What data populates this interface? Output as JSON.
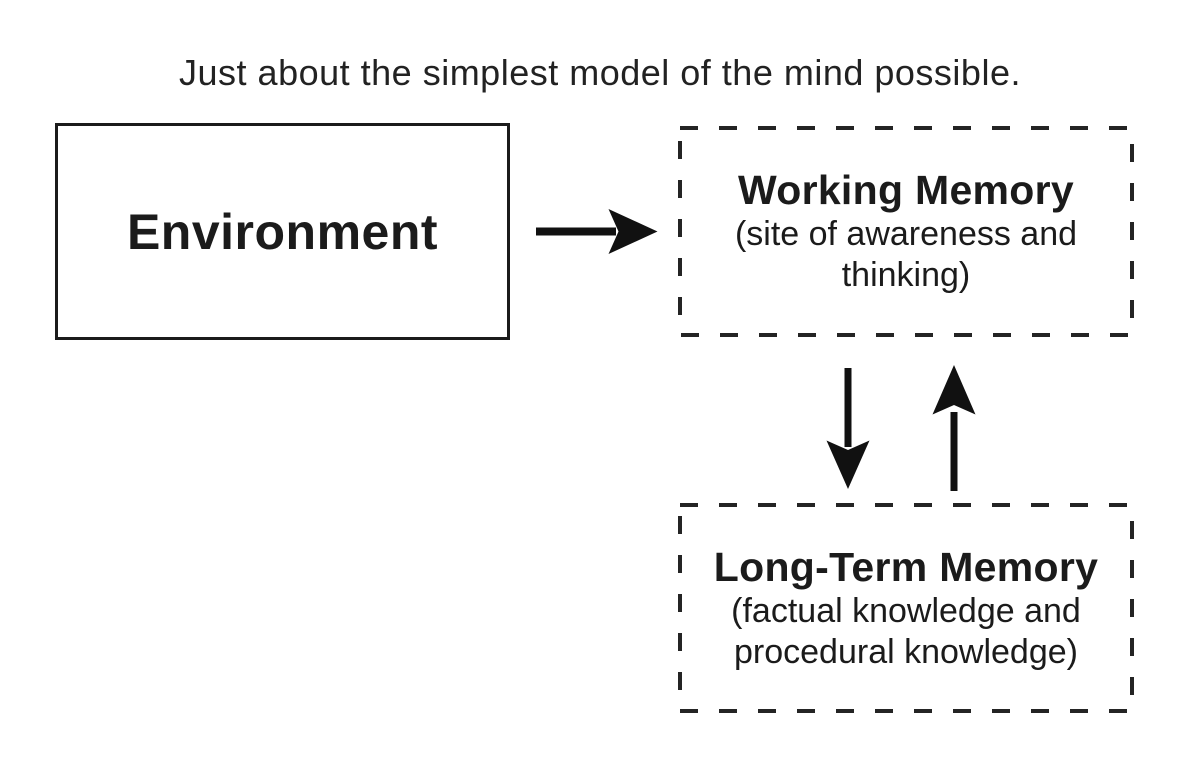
{
  "title": "Just about the simplest model of the mind possible.",
  "diagram": {
    "nodes": {
      "environment": {
        "label": "Environment",
        "border": "solid"
      },
      "working_memory": {
        "title": "Working Memory",
        "subtitle": "(site of awareness and thinking)",
        "border": "dashed"
      },
      "long_term_memory": {
        "title": "Long-Term Memory",
        "subtitle": "(factual knowledge and procedural knowledge)",
        "border": "dashed"
      }
    },
    "connections": [
      {
        "from": "environment",
        "to": "working_memory",
        "direction": "right",
        "type": "one-way"
      },
      {
        "from": "working_memory",
        "to": "long_term_memory",
        "direction": "down",
        "type": "one-way"
      },
      {
        "from": "long_term_memory",
        "to": "working_memory",
        "direction": "up",
        "type": "one-way"
      }
    ],
    "colors": {
      "ink": "#1b1b1b",
      "background": "#ffffff"
    }
  }
}
